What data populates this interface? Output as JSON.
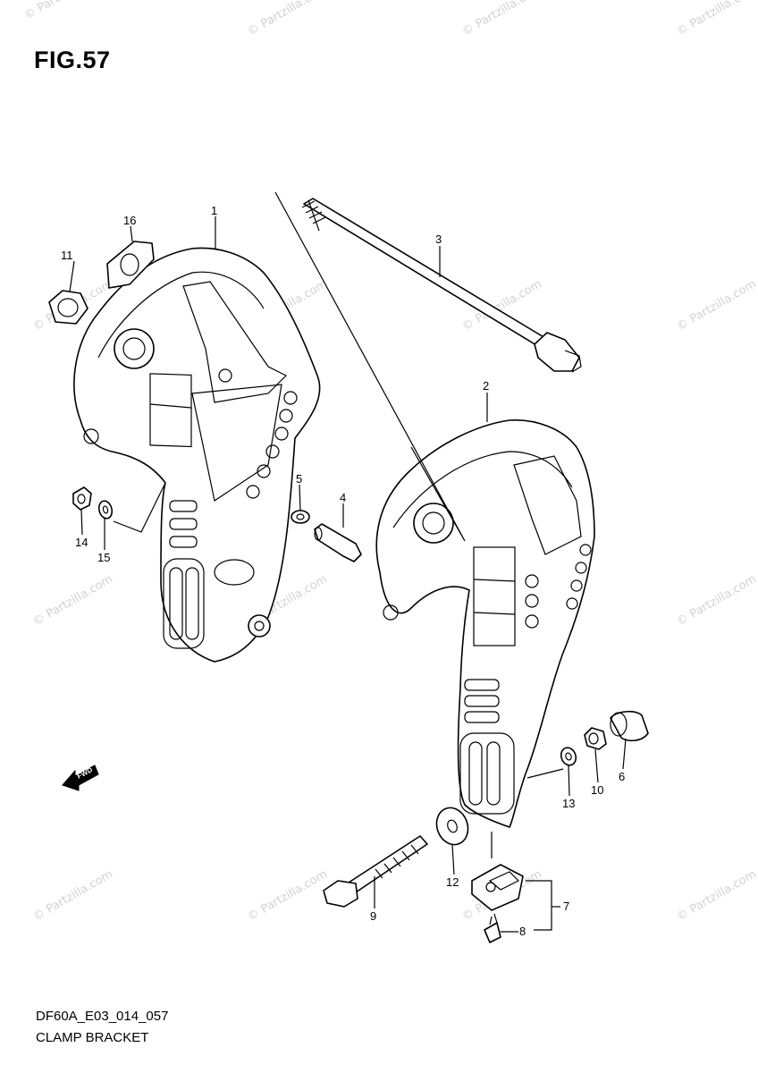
{
  "figure": {
    "title": "FIG.57",
    "drawing_code": "DF60A_E03_014_057",
    "name": "CLAMP BRACKET"
  },
  "watermark": "© Partzilla.com",
  "fwd_label": "FWD",
  "callouts": [
    "1",
    "2",
    "3",
    "4",
    "5",
    "6",
    "7",
    "8",
    "9",
    "10",
    "11",
    "12",
    "13",
    "14",
    "15",
    "16"
  ]
}
